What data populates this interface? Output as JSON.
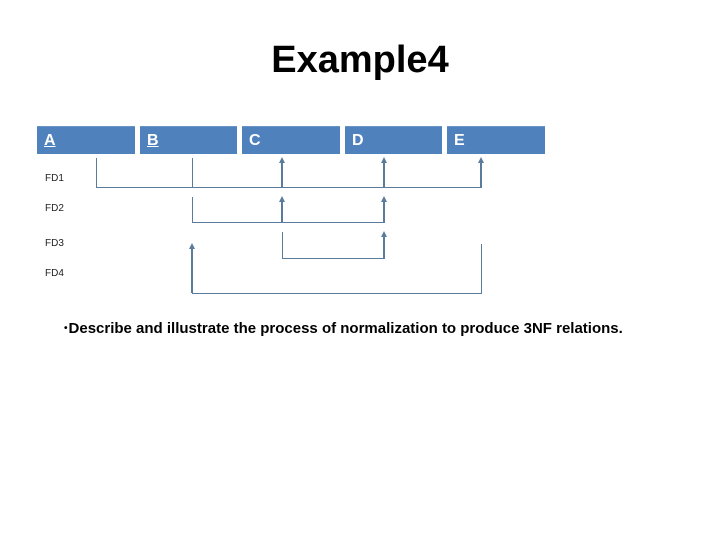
{
  "slide": {
    "title": "Example4",
    "bullet": {
      "marker": "•",
      "text": "Describe and illustrate the process of normalization to produce 3NF relations."
    }
  },
  "relation_table": {
    "columns": [
      {
        "label": "A",
        "underlined": true
      },
      {
        "label": "B",
        "underlined": true
      },
      {
        "label": "C",
        "underlined": false
      },
      {
        "label": "D",
        "underlined": false
      },
      {
        "label": "E",
        "underlined": false
      }
    ]
  },
  "functional_dependencies": [
    {
      "label": "FD1",
      "determinants": [
        "A",
        "B"
      ],
      "dependents": [
        "C",
        "D",
        "E"
      ]
    },
    {
      "label": "FD2",
      "determinants": [
        "B"
      ],
      "dependents": [
        "C",
        "D"
      ]
    },
    {
      "label": "FD3",
      "determinants": [
        "C"
      ],
      "dependents": [
        "D"
      ]
    },
    {
      "label": "FD4",
      "determinants": [
        "E"
      ],
      "dependents": [
        "B"
      ]
    }
  ],
  "colors": {
    "header_fill": "#4f81bd",
    "header_text": "#ffffff",
    "line": "#5b7b9d",
    "title_text": "#000000",
    "body_text": "#000000",
    "fd_label_text": "#222222"
  }
}
